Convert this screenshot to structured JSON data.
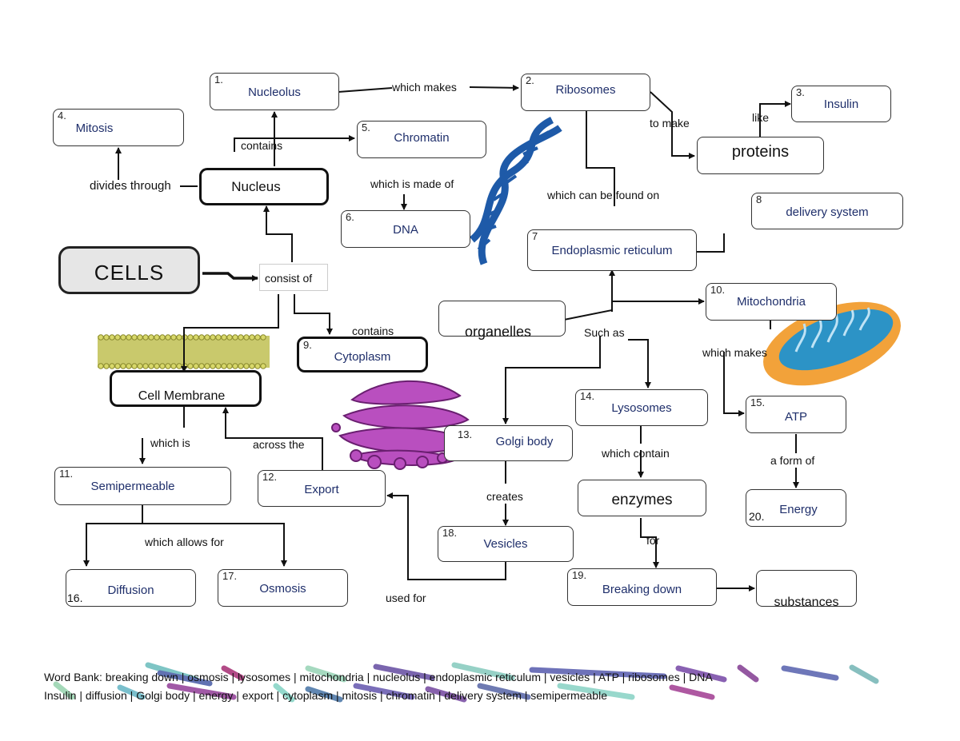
{
  "boxes": {
    "nucleolus": {
      "num": "1.",
      "label": "Nucleolus"
    },
    "ribosomes": {
      "num": "2.",
      "label": "Ribosomes"
    },
    "insulin": {
      "num": "3.",
      "label": "Insulin"
    },
    "mitosis": {
      "num": "4.",
      "label": "Mitosis"
    },
    "chromatin": {
      "num": "5.",
      "label": "Chromatin"
    },
    "dna": {
      "num": "6.",
      "label": "DNA"
    },
    "er": {
      "num": "7",
      "label": "Endoplasmic reticulum"
    },
    "delivery": {
      "num": "8",
      "label": "delivery system"
    },
    "cytoplasm": {
      "num": "9.",
      "label": "Cytoplasm"
    },
    "mitochondria": {
      "num": "10.",
      "label": "Mitochondria"
    },
    "semipermeable": {
      "num": "11.",
      "label": "Semipermeable"
    },
    "export": {
      "num": "12.",
      "label": "Export"
    },
    "golgi": {
      "num": "13.",
      "label": "Golgi body"
    },
    "lysosomes": {
      "num": "14.",
      "label": "Lysosomes"
    },
    "atp": {
      "num": "15.",
      "label": "ATP"
    },
    "diffusion": {
      "num": "16.",
      "label": "Diffusion"
    },
    "osmosis": {
      "num": "17.",
      "label": "Osmosis"
    },
    "vesicles": {
      "num": "18.",
      "label": "Vesicles"
    },
    "breaking": {
      "num": "19.",
      "label": "Breaking down"
    },
    "energy": {
      "num": "20.",
      "label": "Energy"
    },
    "cells": {
      "label": "CELLS"
    },
    "nucleus": {
      "label": "Nucleus"
    },
    "cell_membrane": {
      "label": "Cell Membrane"
    },
    "proteins": {
      "label": "proteins"
    },
    "organelles": {
      "label": "organelles"
    },
    "enzymes": {
      "label": "enzymes"
    },
    "substances": {
      "label": "substances"
    }
  },
  "links": {
    "which_makes": "which makes",
    "to_make": "to make",
    "like": "like",
    "contains_nucleolus": "contains",
    "divides_through": "divides through",
    "which_is_made_of": "which is made of",
    "which_can_be_found_on": "which can be found on",
    "consist_of": "consist of",
    "contains_cytoplasm": "contains",
    "such_as": "Such as",
    "which_makes_atp": "which makes",
    "which_is": "which is",
    "across_the": "across the",
    "which_contain": "which contain",
    "a_form_of": "a form of",
    "creates": "creates",
    "which_allows_for": "which allows for",
    "for": "for",
    "used_for": "used for"
  },
  "word_bank": {
    "line1": "Word Bank:  breaking down  |  osmosis  |  lysosomes  |  mitochondria  |  nucleolus  |  endoplasmic reticulum  |  vesicles  |  ATP  |  ribosomes  |  DNA",
    "line2": "Insulin  |  diffusion  |  Golgi body  |  energy  |  export  |  cytoplasm  |  mitosis  |  chromatin  |  delivery system  |  semipermeable"
  }
}
